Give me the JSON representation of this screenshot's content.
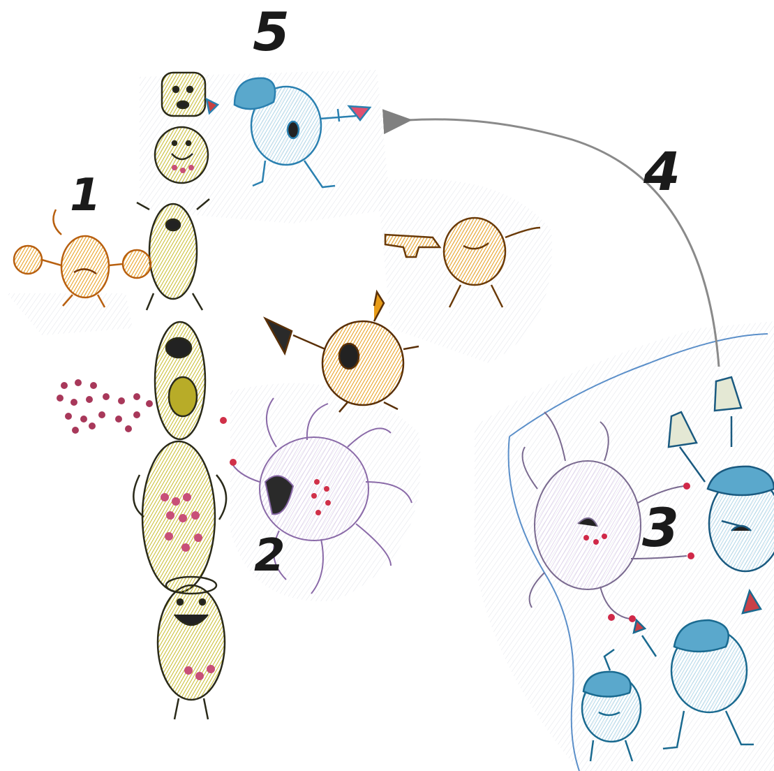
{
  "labels": {
    "five": "5",
    "four": "4",
    "one": "1",
    "two": "2",
    "three": "3"
  },
  "colors": {
    "bacteria": "#d8cc3a",
    "bacteria_dark": "#a89a1c",
    "orange_cell": "#f0a820",
    "orange_outline": "#c06a10",
    "purple_cell": "#a082c0",
    "blue_cell": "#5aa8cc",
    "blue_dark": "#2a7aa8",
    "red_dot": "#d02840",
    "arrow": "#888888",
    "ink": "#1a1a1a"
  },
  "icons": [
    "bacteria-chain",
    "antibody-cell",
    "macrophage-cell",
    "t-cell",
    "b-cell",
    "curved-arrow"
  ]
}
